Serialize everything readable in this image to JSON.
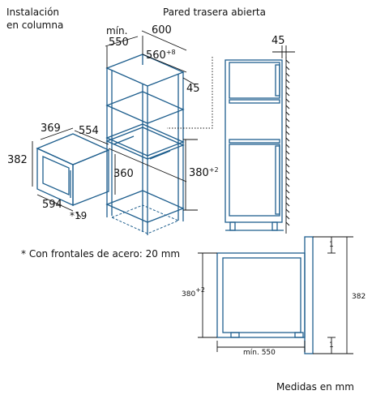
{
  "labels": {
    "installation": "Instalación",
    "installation2": "en columna",
    "rear_wall": "Pared trasera abierta",
    "footnote": "* Con frontales de acero: 20 mm",
    "units": "Medidas en mm"
  },
  "dims": {
    "min": "mín.",
    "d550": "550",
    "d600": "600",
    "d560": "560",
    "d560_sup": "+8",
    "d45a": "45",
    "d45b": "45",
    "d369": "369",
    "d554": "554",
    "d382": "382",
    "d360": "360",
    "d380": "380",
    "d380_sup": "+2",
    "d594": "594",
    "d19": "*19",
    "s380": "380",
    "s380_sup": "+2",
    "s382": "382",
    "s1a": "1",
    "s1b": "1",
    "smin550": "mín. 550"
  },
  "colors": {
    "line": "#1f5f8e",
    "dim_line": "#111111"
  }
}
